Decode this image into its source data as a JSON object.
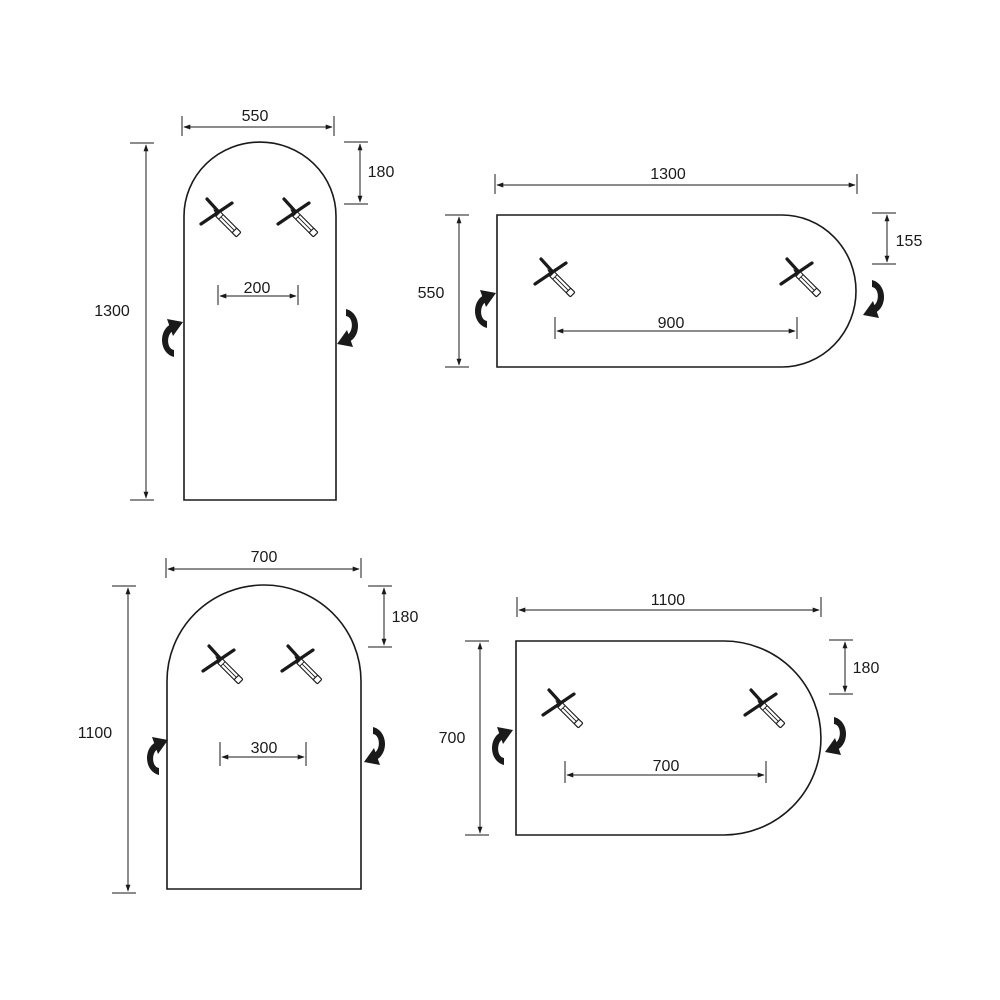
{
  "panels": [
    {
      "name": "arch-portrait-550x1300",
      "dims": {
        "width": "550",
        "height": "1300",
        "top_offset": "180",
        "spacing": "200"
      }
    },
    {
      "name": "arch-landscape-1300x550",
      "dims": {
        "width": "1300",
        "height": "550",
        "top_offset": "155",
        "spacing": "900"
      }
    },
    {
      "name": "arch-portrait-700x1100",
      "dims": {
        "width": "700",
        "height": "1100",
        "top_offset": "180",
        "spacing": "300"
      }
    },
    {
      "name": "arch-landscape-1100x700",
      "dims": {
        "width": "1100",
        "height": "700",
        "top_offset": "180",
        "spacing": "700"
      }
    }
  ],
  "icons": {
    "mounting_mark": "cross-with-pencil-icon",
    "rotate_left": "rotate-counterclockwise-icon",
    "rotate_right": "rotate-clockwise-icon"
  },
  "colors": {
    "line": "#1a1a1a",
    "background": "#ffffff"
  }
}
